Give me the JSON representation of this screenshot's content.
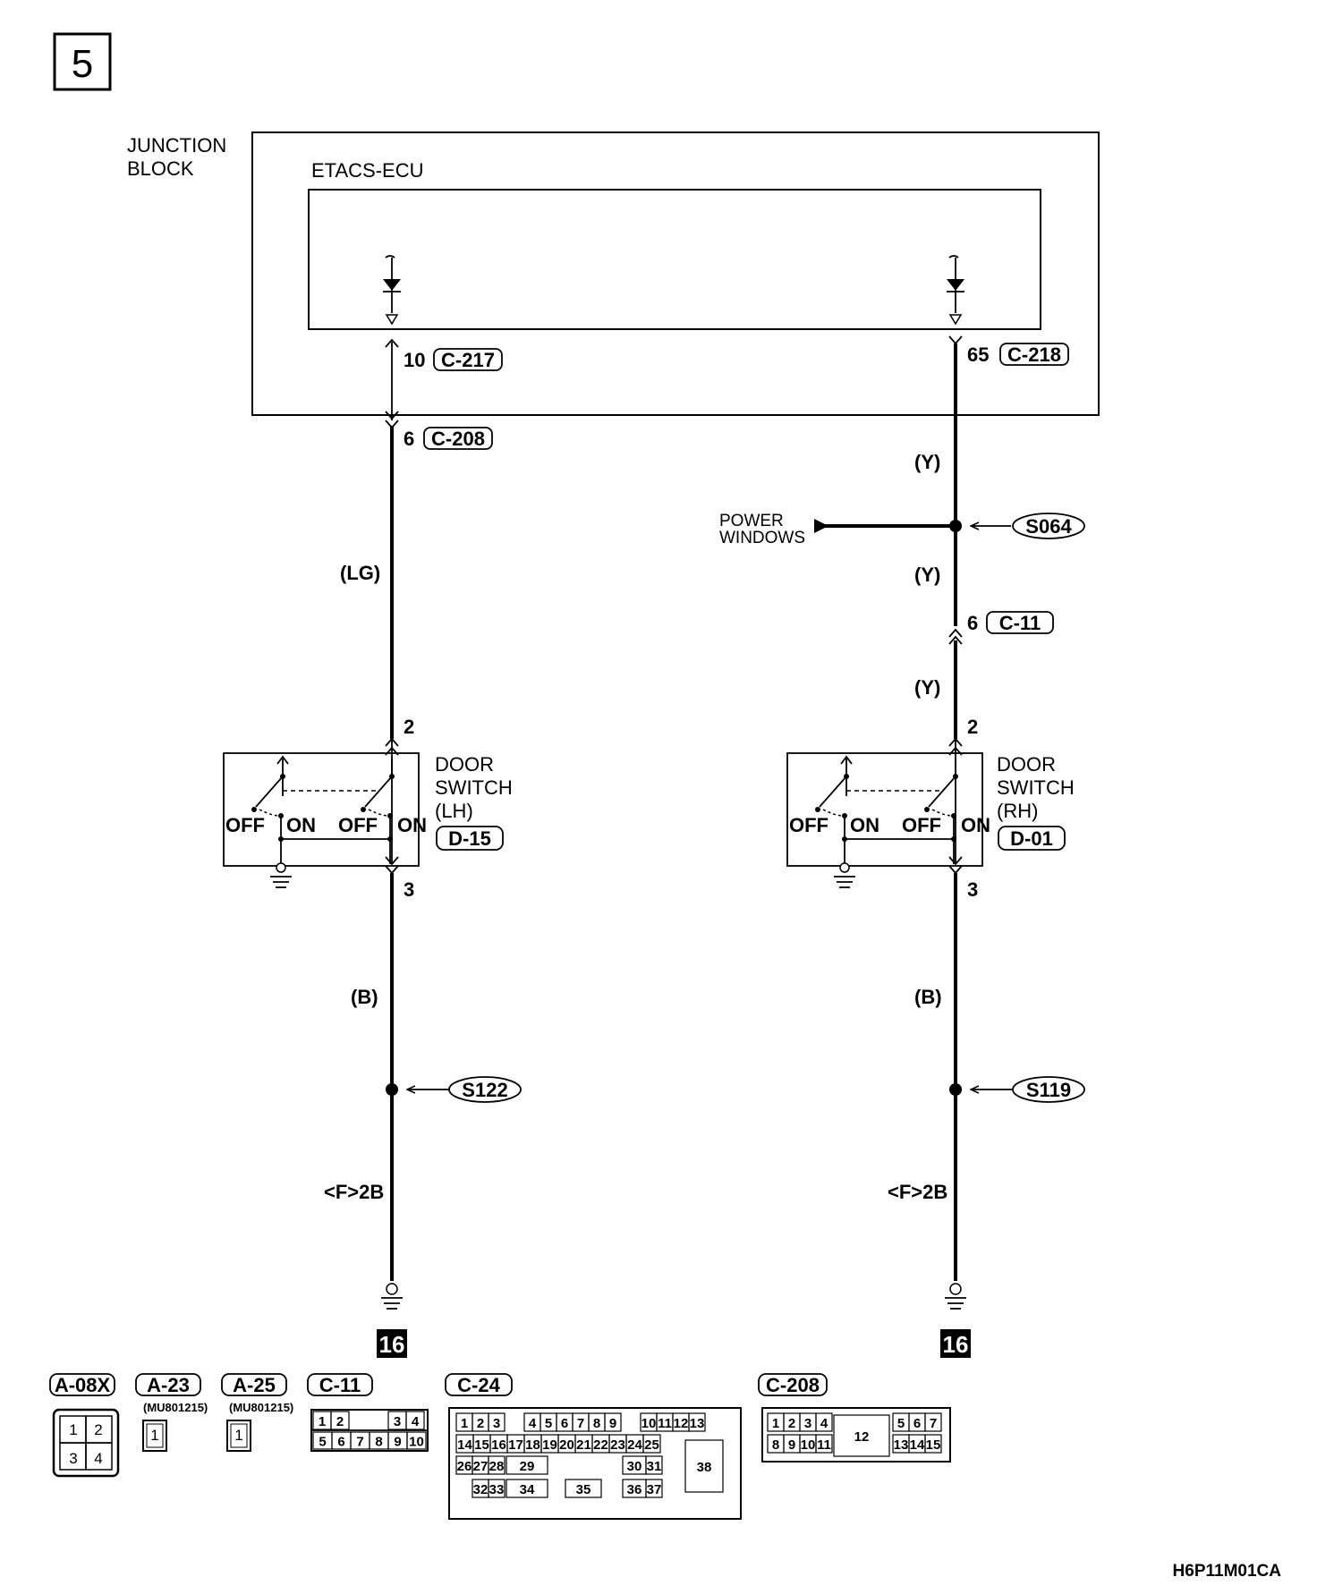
{
  "page_number": "5",
  "junction_block": {
    "label_line1": "JUNCTION",
    "label_line2": "BLOCK"
  },
  "ecu": {
    "label": "ETACS-ECU"
  },
  "left_circuit": {
    "ecu_pin": "10",
    "ecu_connector": "C-217",
    "jb_pin": "6",
    "jb_connector": "C-208",
    "wire_color_upper": "(LG)",
    "switch_pin_top": "2",
    "switch_pin_bottom": "3",
    "switch_name_line1": "DOOR",
    "switch_name_line2": "SWITCH",
    "switch_name_line3": "(LH)",
    "switch_connector": "D-15",
    "contacts": [
      "OFF",
      "ON",
      "OFF",
      "ON"
    ],
    "wire_color_lower": "(B)",
    "splice": "S122",
    "ground_ref": "<F>2B",
    "ground_number": "16"
  },
  "right_circuit": {
    "ecu_pin": "65",
    "ecu_connector": "C-218",
    "wire_color_1": "(Y)",
    "power_windows_line1": "POWER",
    "power_windows_line2": "WINDOWS",
    "splice_top": "S064",
    "wire_color_2": "(Y)",
    "mid_pin": "6",
    "mid_connector": "C-11",
    "wire_color_3": "(Y)",
    "switch_pin_top": "2",
    "switch_pin_bottom": "3",
    "switch_name_line1": "DOOR",
    "switch_name_line2": "SWITCH",
    "switch_name_line3": "(RH)",
    "switch_connector": "D-01",
    "contacts": [
      "OFF",
      "ON",
      "OFF",
      "ON"
    ],
    "wire_color_lower": "(B)",
    "splice": "S119",
    "ground_ref": "<F>2B",
    "ground_number": "16"
  },
  "connector_views": {
    "a08x": {
      "label": "A-08X",
      "pins": [
        "1",
        "2",
        "3",
        "4"
      ]
    },
    "a23": {
      "label": "A-23",
      "part": "(MU801215)",
      "pin": "1"
    },
    "a25": {
      "label": "A-25",
      "part": "(MU801215)",
      "pin": "1"
    },
    "c11": {
      "label": "C-11",
      "row1": [
        "1",
        "2",
        "3",
        "4"
      ],
      "row2": [
        "5",
        "6",
        "7",
        "8",
        "9",
        "10"
      ]
    },
    "c24": {
      "label": "C-24",
      "row1": [
        "1",
        "2",
        "3",
        "4",
        "5",
        "6",
        "7",
        "8",
        "9",
        "10",
        "11",
        "12",
        "13"
      ],
      "row2": [
        "14",
        "15",
        "16",
        "17",
        "18",
        "19",
        "20",
        "21",
        "22",
        "23",
        "24",
        "25"
      ],
      "row3": [
        "26",
        "27",
        "28",
        "29",
        "30",
        "31"
      ],
      "row4": [
        "32",
        "33",
        "34",
        "35",
        "36",
        "37"
      ],
      "big": "38"
    },
    "c208": {
      "label": "C-208",
      "row1": [
        "1",
        "2",
        "3",
        "4",
        "5",
        "6",
        "7"
      ],
      "row2": [
        "8",
        "9",
        "10",
        "11",
        "13",
        "14",
        "15"
      ],
      "center": "12"
    }
  },
  "figure_code": "H6P11M01CA"
}
